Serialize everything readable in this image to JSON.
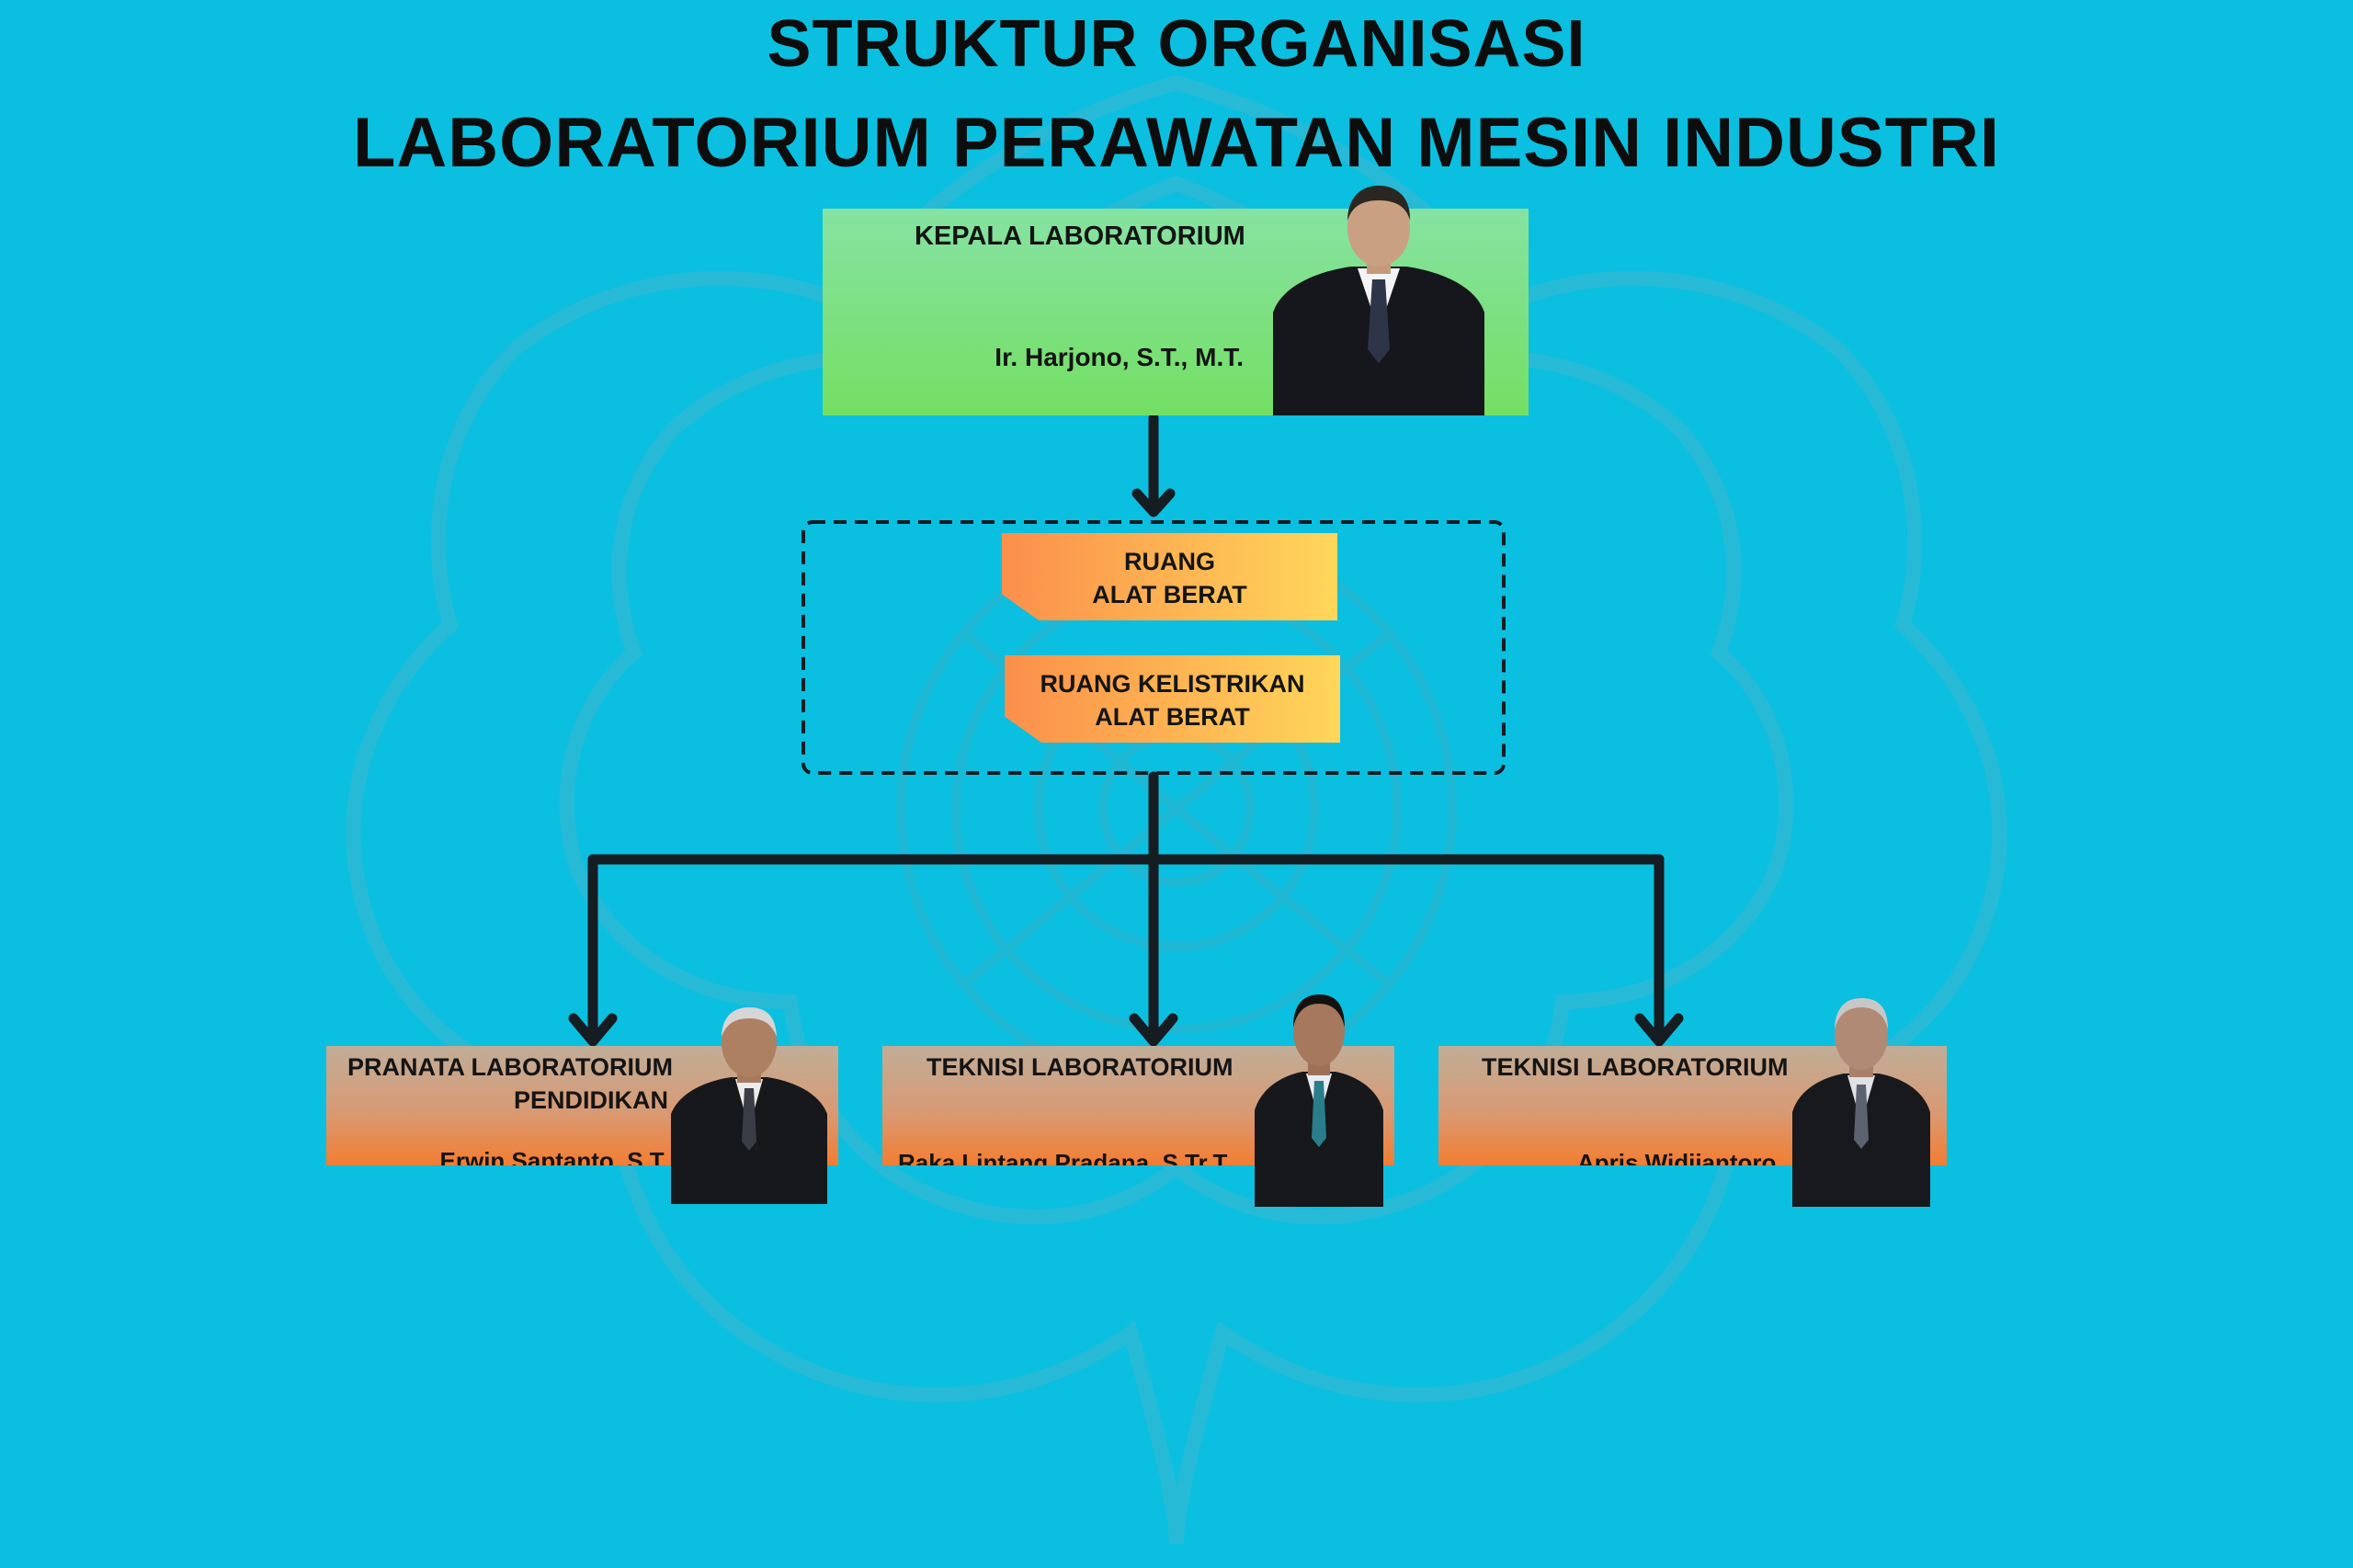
{
  "colors": {
    "background": "#0bbfe0",
    "head_box_top": "#86e2a2",
    "head_box_bottom": "#74df63",
    "room_left": "#fb8f4b",
    "room_right": "#ffd75a",
    "staff_top": "#c0ad98",
    "staff_bottom": "#f37d32",
    "connector": "#151c22"
  },
  "title": {
    "line1": "STRUKTUR ORGANISASI",
    "line2": "LABORATORIUM PERAWATAN MESIN INDUSTRI"
  },
  "head": {
    "role": "KEPALA LABORATORIUM",
    "name": "Ir. Harjono, S.T., M.T."
  },
  "rooms": [
    {
      "line1": "RUANG",
      "line2": "ALAT BERAT"
    },
    {
      "line1": "RUANG KELISTRIKAN",
      "line2": "ALAT BERAT"
    }
  ],
  "staff": [
    {
      "role_line1": "PRANATA LABORATORIUM",
      "role_line2": "PENDIDIKAN",
      "name": "Erwin Saptanto, S.T."
    },
    {
      "role_line1": "TEKNISI LABORATORIUM",
      "name": "Raka Lintang Pradana, S.Tr.T."
    },
    {
      "role_line1": "TEKNISI LABORATORIUM",
      "name": "Apris Widjiantoro"
    }
  ]
}
